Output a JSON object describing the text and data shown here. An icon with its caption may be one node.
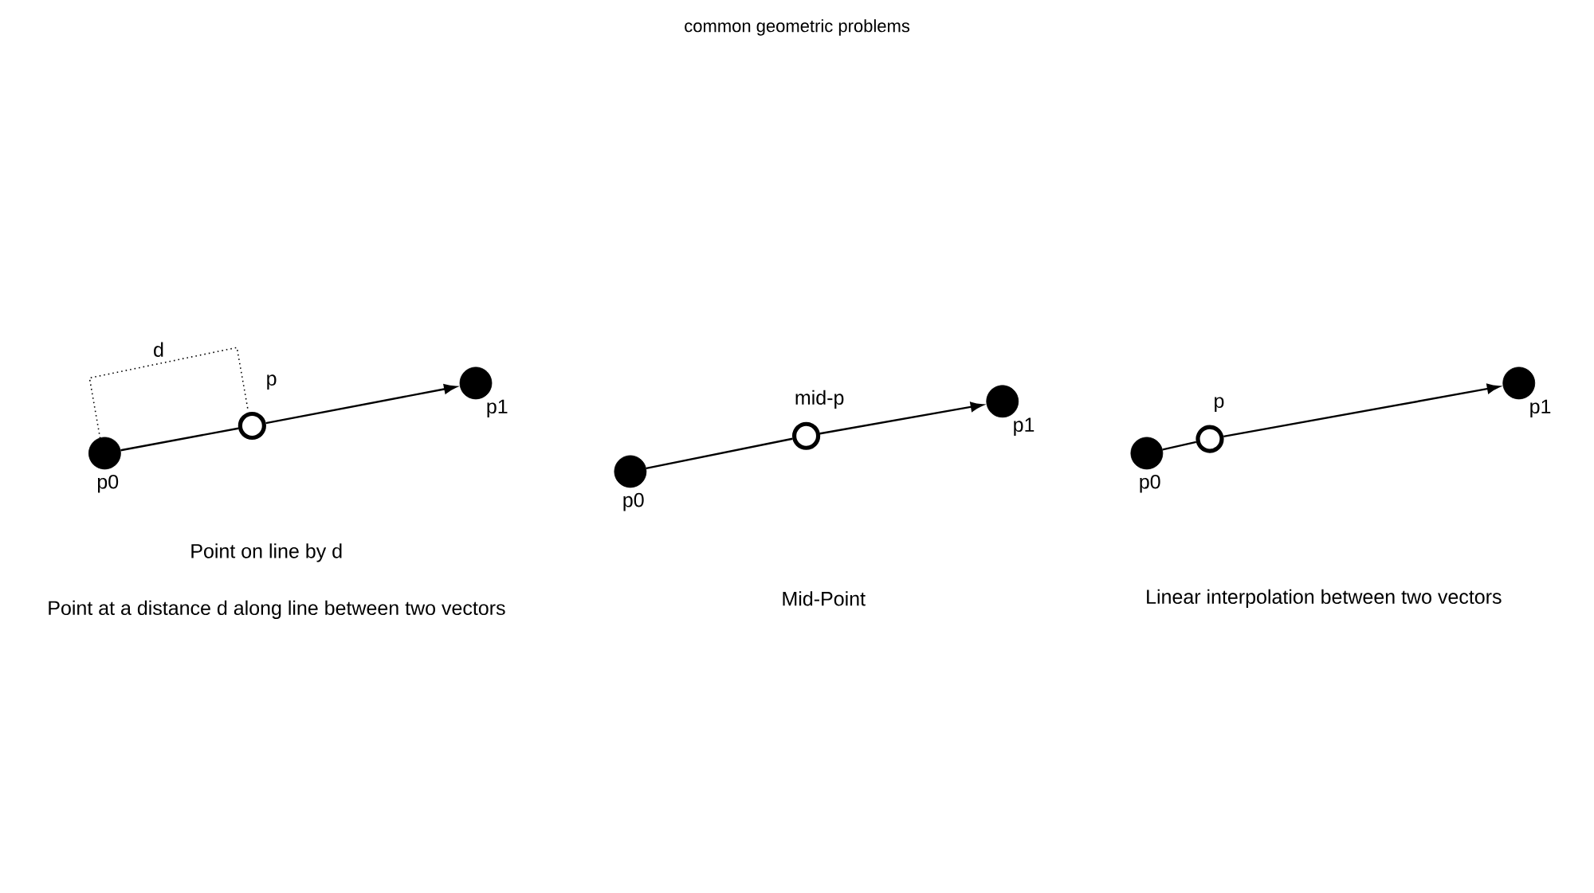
{
  "diagram": {
    "title": "common geometric problems",
    "nodes": [
      {
        "text": [],
        "shape": "circle",
        "beside": [
          "p0"
        ]
      },
      {
        "text": [],
        "shape": "ring",
        "beside": [
          "p"
        ]
      },
      {
        "text": [],
        "shape": "circle",
        "beside": [
          "p1"
        ]
      },
      {
        "text": [],
        "shape": "circle",
        "beside": [
          "p0"
        ]
      },
      {
        "text": [],
        "shape": "ring",
        "beside": [
          "mid-p"
        ]
      },
      {
        "text": [],
        "shape": "circle",
        "beside": [
          "p1"
        ]
      },
      {
        "text": [],
        "shape": "circle",
        "beside": [
          "p0"
        ]
      },
      {
        "text": [],
        "shape": "ring",
        "beside": [
          "p"
        ]
      },
      {
        "text": [],
        "shape": "circle",
        "beside": [
          "p1"
        ]
      }
    ],
    "edges": [
      {
        "from": 0,
        "to": 1,
        "arrow": "none"
      },
      {
        "from": 1,
        "to": 2,
        "arrow": "to"
      },
      {
        "from": 3,
        "to": 4,
        "arrow": "none"
      },
      {
        "from": 4,
        "to": 5,
        "arrow": "to"
      },
      {
        "from": 6,
        "to": 7,
        "arrow": "none"
      },
      {
        "from": 7,
        "to": 8,
        "arrow": "to"
      }
    ],
    "labels": [
      "d",
      "Point on line by d",
      "Point at a distance d along line between two vectors",
      "Mid-Point",
      "Linear interpolation between two vectors"
    ]
  }
}
